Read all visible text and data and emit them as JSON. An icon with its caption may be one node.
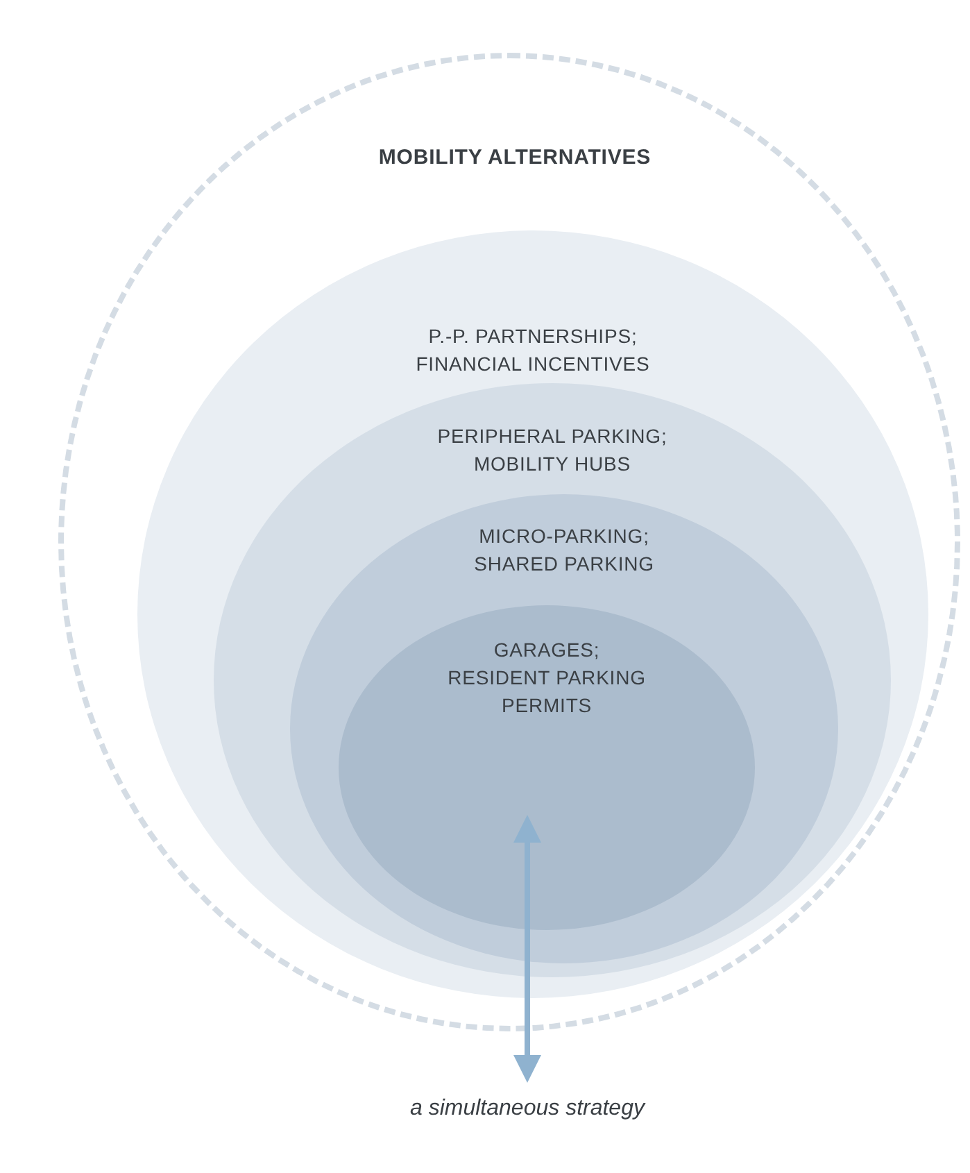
{
  "diagram": {
    "nodes": [
      {
        "text": [
          "MOBILITY ALTERNATIVES"
        ]
      },
      {
        "text": [
          "P.-P. PARTNERSHIPS; FINANCIAL INCENTIVES"
        ],
        "in": 0
      },
      {
        "text": [
          "PERIPHERAL PARKING; MOBILITY HUBS"
        ],
        "in": 1
      },
      {
        "text": [
          "MICRO-PARKING; SHARED PARKING"
        ],
        "in": 2
      },
      {
        "text": [
          "GARAGES; RESIDENT PARKING PERMITS"
        ],
        "in": 3
      },
      {
        "text": [
          "a simultaneous strategy"
        ]
      }
    ],
    "edges": [
      {
        "from": 4,
        "to": 5,
        "arrow": "both"
      }
    ]
  }
}
